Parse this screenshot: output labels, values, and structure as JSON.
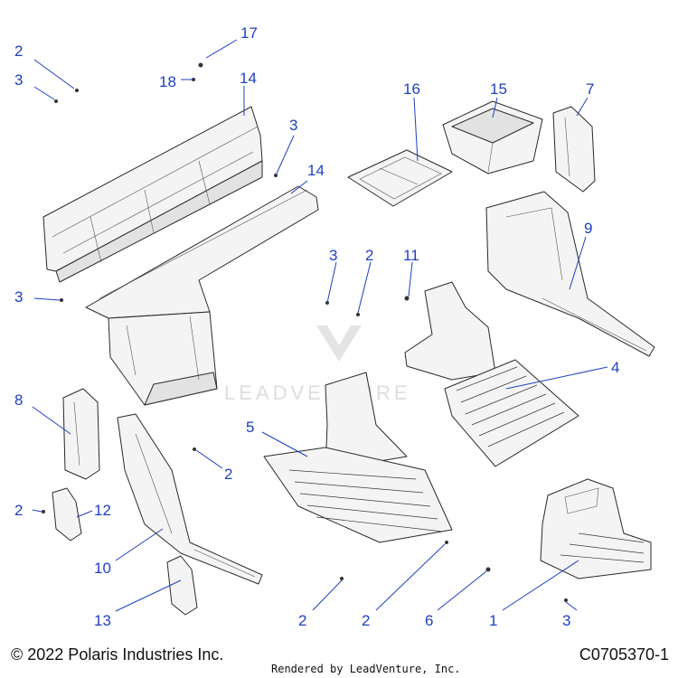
{
  "callouts": [
    {
      "id": "c1",
      "label": "1"
    },
    {
      "id": "c2a",
      "label": "2"
    },
    {
      "id": "c2b",
      "label": "2"
    },
    {
      "id": "c2c",
      "label": "2"
    },
    {
      "id": "c2d",
      "label": "2"
    },
    {
      "id": "c2e",
      "label": "2"
    },
    {
      "id": "c2f",
      "label": "2"
    },
    {
      "id": "c3a",
      "label": "3"
    },
    {
      "id": "c3b",
      "label": "3"
    },
    {
      "id": "c3c",
      "label": "3"
    },
    {
      "id": "c3d",
      "label": "3"
    },
    {
      "id": "c3e",
      "label": "3"
    },
    {
      "id": "c4",
      "label": "4"
    },
    {
      "id": "c5",
      "label": "5"
    },
    {
      "id": "c6",
      "label": "6"
    },
    {
      "id": "c7",
      "label": "7"
    },
    {
      "id": "c8",
      "label": "8"
    },
    {
      "id": "c9",
      "label": "9"
    },
    {
      "id": "c10",
      "label": "10"
    },
    {
      "id": "c11",
      "label": "11"
    },
    {
      "id": "c12",
      "label": "12"
    },
    {
      "id": "c13",
      "label": "13"
    },
    {
      "id": "c14a",
      "label": "14"
    },
    {
      "id": "c14b",
      "label": "14"
    },
    {
      "id": "c15",
      "label": "15"
    },
    {
      "id": "c16",
      "label": "16"
    },
    {
      "id": "c17",
      "label": "17"
    },
    {
      "id": "c18",
      "label": "18"
    }
  ],
  "watermark": "LEADVENTURE",
  "footer": {
    "copyright": "© 2022 Polaris Industries Inc.",
    "rendered_by": "Rendered by LeadVenture, Inc.",
    "drawing_number": "C0705370-1"
  }
}
